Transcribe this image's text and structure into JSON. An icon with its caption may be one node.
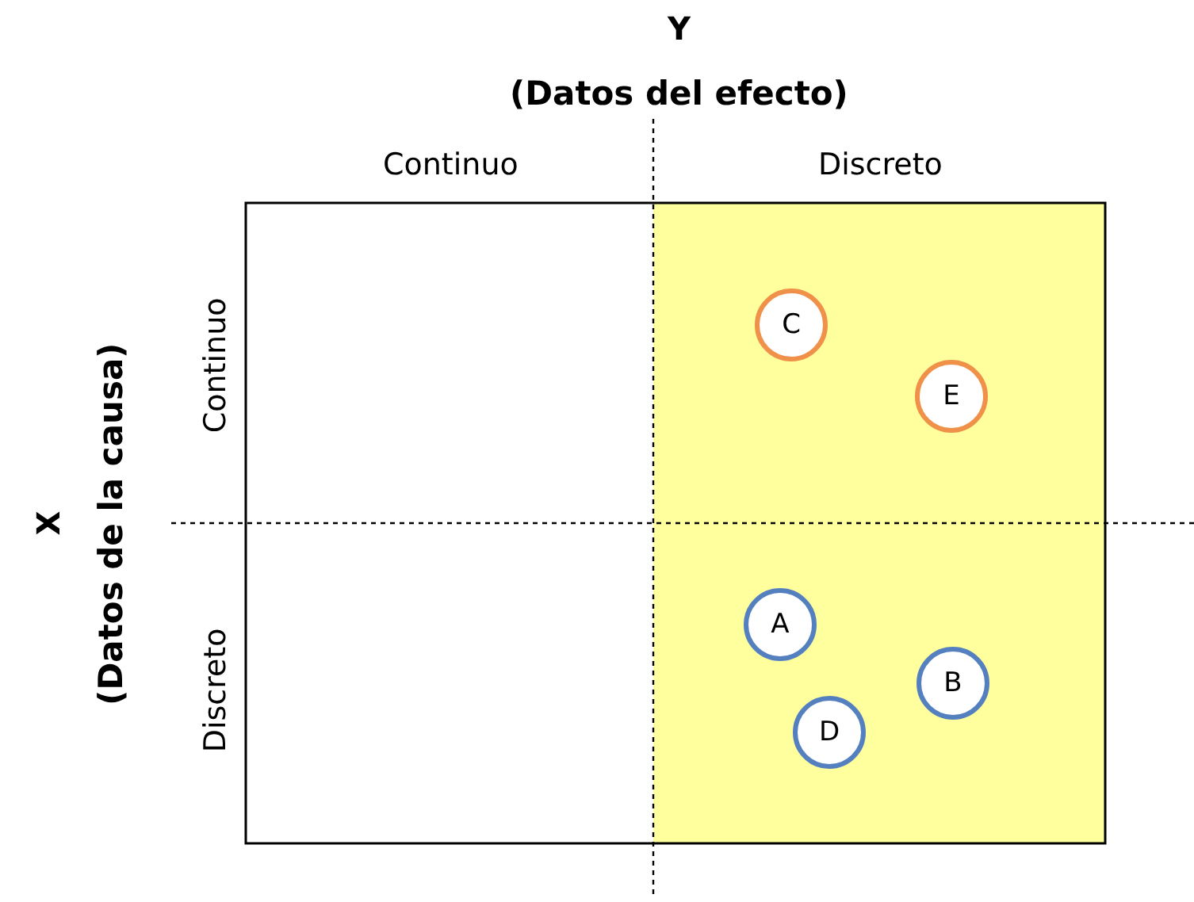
{
  "diagram": {
    "nodes": [
      {
        "text": [
          "C"
        ]
      },
      {
        "text": [
          "E"
        ]
      },
      {
        "text": [
          "A"
        ]
      },
      {
        "text": [
          "B"
        ]
      },
      {
        "text": [
          "D"
        ]
      }
    ],
    "labels": [
      "Y",
      "(Datos del efecto)",
      "Continuo",
      "Discreto",
      "X",
      "(Datos de la causa)",
      "Continuo",
      "Discreto"
    ]
  }
}
